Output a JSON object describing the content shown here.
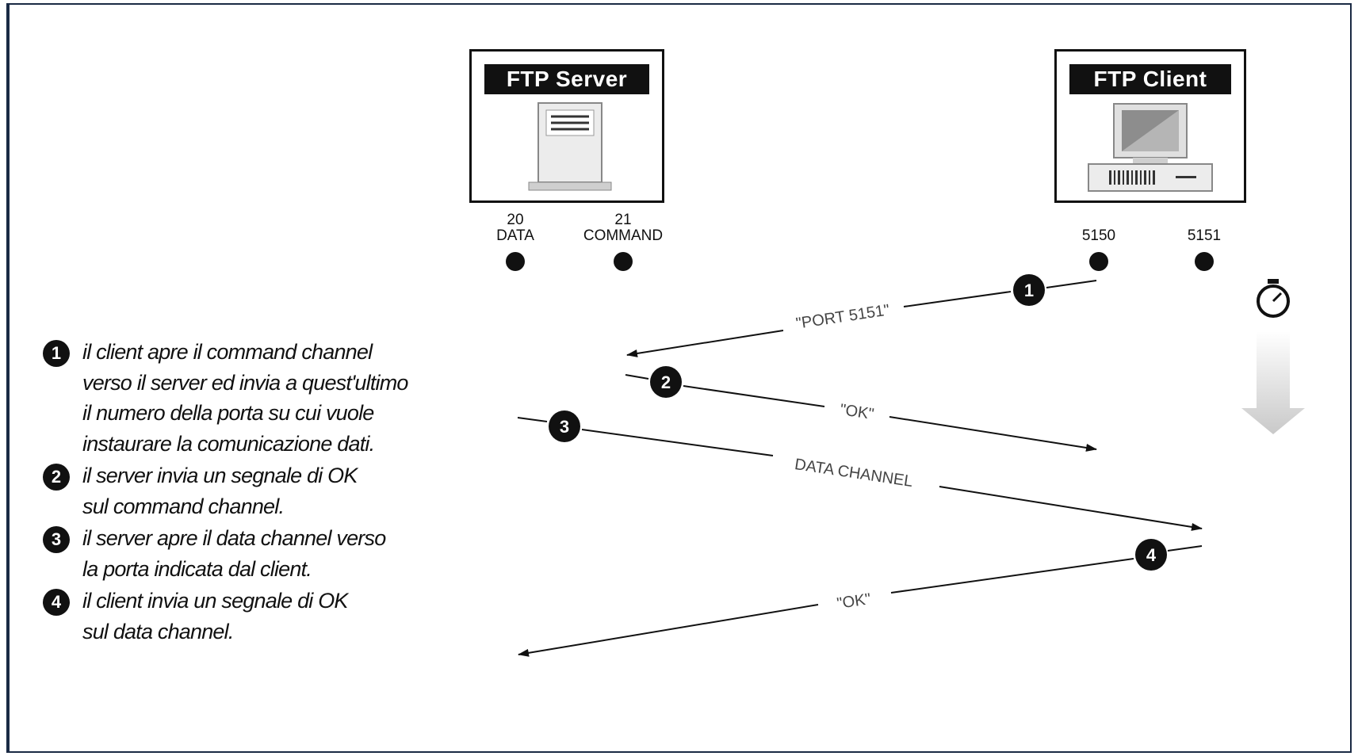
{
  "server": {
    "title": "FTP Server"
  },
  "client": {
    "title": "FTP Client"
  },
  "ports": {
    "server_data": {
      "number": "20",
      "name": "DATA"
    },
    "server_command": {
      "number": "21",
      "name": "COMMAND"
    },
    "client_command": {
      "number": "5150"
    },
    "client_data": {
      "number": "5151"
    }
  },
  "messages": [
    {
      "step": "1",
      "label": "\"PORT 5151\""
    },
    {
      "step": "2",
      "label": "\"OK\""
    },
    {
      "step": "3",
      "label": "DATA CHANNEL"
    },
    {
      "step": "4",
      "label": "\"OK\""
    }
  ],
  "legend": [
    {
      "step": "1",
      "lines": [
        "il client apre il command channel",
        "verso il server ed invia a quest'ultimo",
        "il numero della porta su cui vuole",
        "instaurare la comunicazione dati."
      ]
    },
    {
      "step": "2",
      "lines": [
        "il server invia un segnale di OK",
        "sul command channel."
      ]
    },
    {
      "step": "3",
      "lines": [
        "il server apre il data channel verso",
        "la porta indicata dal client."
      ]
    },
    {
      "step": "4",
      "lines": [
        "il client invia un segnale di OK",
        "sul data channel."
      ]
    }
  ],
  "icons": {
    "server": "server-tower-icon",
    "client": "desktop-computer-icon",
    "time": "stopwatch-icon",
    "time_arrow": "arrow-down-icon"
  }
}
